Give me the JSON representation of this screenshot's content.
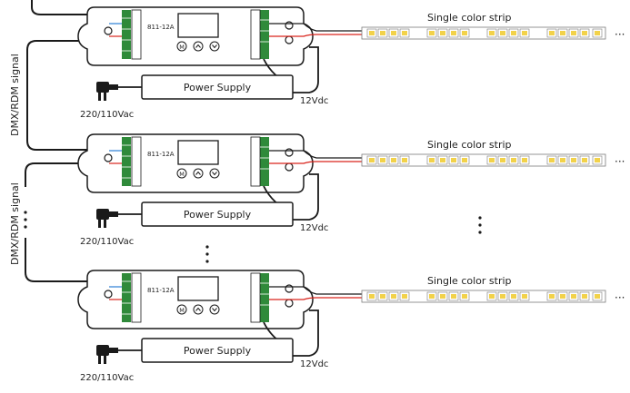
{
  "diagram": {
    "colors": {
      "wire": "#1a1a1a",
      "red_wire": "#d9241c",
      "blue_wire": "#2a7fd4",
      "terminal_green": "#2f8a3a",
      "led_yellow": "#f2d24a",
      "strip_outline": "#7a7a7a"
    },
    "controllers": [
      {
        "model": "811-12A",
        "button_m": "M",
        "power_supply_label": "Power Supply",
        "output_voltage": "12Vdc",
        "input_voltage": "220/110Vac",
        "strip_label": "Single color strip",
        "strip_ellipsis": "···"
      },
      {
        "model": "811-12A",
        "button_m": "M",
        "power_supply_label": "Power Supply",
        "output_voltage": "12Vdc",
        "input_voltage": "220/110Vac",
        "strip_label": "Single color strip",
        "strip_ellipsis": "···"
      },
      {
        "model": "811-12A",
        "button_m": "M",
        "power_supply_label": "Power Supply",
        "output_voltage": "12Vdc",
        "input_voltage": "220/110Vac",
        "strip_label": "Single color strip",
        "strip_ellipsis": "···"
      }
    ],
    "signal_labels": [
      "DMX/RDM signal",
      "DMX/RDM signal"
    ]
  }
}
